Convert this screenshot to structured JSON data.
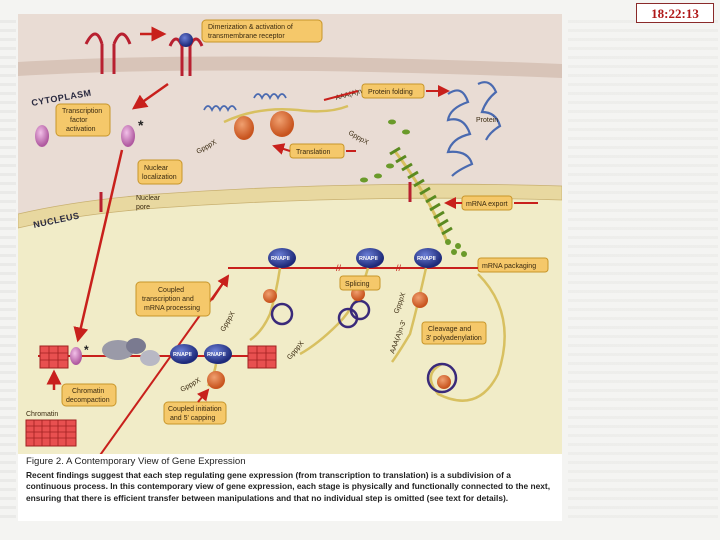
{
  "clock": "18:22:13",
  "regions": {
    "cytoplasm": "CYTOPLASM",
    "nucleus": "NUCLEUS"
  },
  "labels": {
    "dimerization": [
      "Dimerization & activation of",
      "transmembrane receptor"
    ],
    "tf_activation": [
      "Transcription",
      "factor",
      "activation"
    ],
    "protein_folding": "Protein folding",
    "protein": "Protein",
    "translation": "Translation",
    "nuclear_localization": [
      "Nuclear",
      "localization"
    ],
    "nuclear_pore": [
      "Nuclear",
      "pore"
    ],
    "mrna_export": "mRNA export",
    "mrna_packaging": "mRNA packaging",
    "coupled_transcription": [
      "Coupled",
      "transcription and",
      "mRNA processing"
    ],
    "splicing": "Splicing",
    "cleavage": [
      "Cleavage and",
      "3' polyadenylation"
    ],
    "chromatin_decompaction": [
      "Chromatin",
      "decompaction"
    ],
    "chromatin": "Chromatin",
    "coupled_initiation": [
      "Coupled initiation",
      "and 5' capping"
    ],
    "rnapii": "RNAPII",
    "cap": "GpppX",
    "polya": "AAA(A)n-3'"
  },
  "caption": {
    "title": "Figure 2. A Contemporary View of Gene Expression",
    "body": "Recent findings suggest that each step regulating gene expression (from transcription to translation) is a subdivision of a continuous process. In this contemporary view of gene expression, each stage is physically and functionally connected to the next, ensuring that there is efficient transfer between manipulations and that no individual step is omitted (see text for details)."
  }
}
